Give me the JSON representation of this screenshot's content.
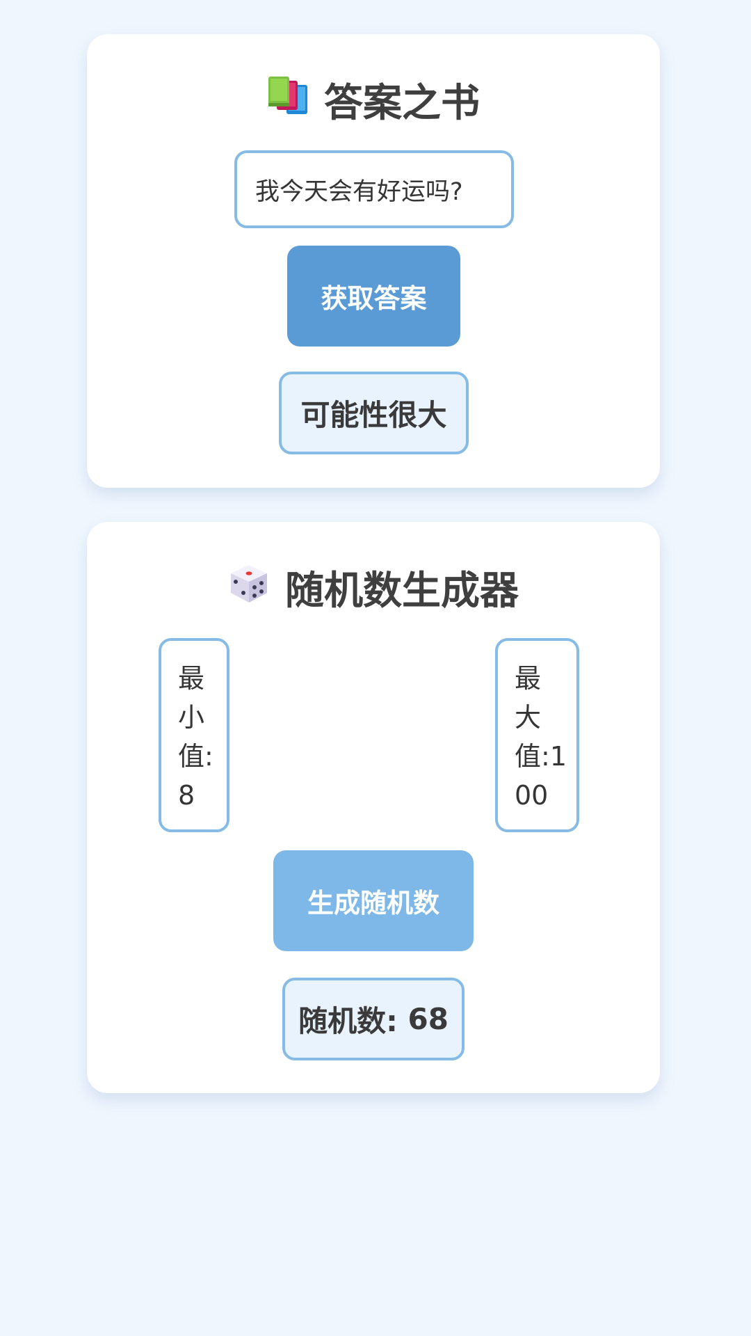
{
  "answer_book": {
    "title": "答案之书",
    "title_icon": "books-icon",
    "question_value": "我今天会有好运吗?",
    "button_label": "获取答案",
    "result": "可能性很大",
    "colors": {
      "button": "#5b9bd5",
      "border": "#86bbe6",
      "result_bg": "#e9f3fe"
    }
  },
  "random_generator": {
    "title": "随机数生成器",
    "title_icon": "dice-icon",
    "min_label": "最小值:",
    "min_value": "8",
    "max_label": "最大值:",
    "max_value": "100",
    "button_label": "生成随机数",
    "result_label": "随机数:",
    "result_value": "68",
    "colors": {
      "button": "#7eb8e8"
    }
  },
  "page": {
    "background": "#eff6fe"
  }
}
